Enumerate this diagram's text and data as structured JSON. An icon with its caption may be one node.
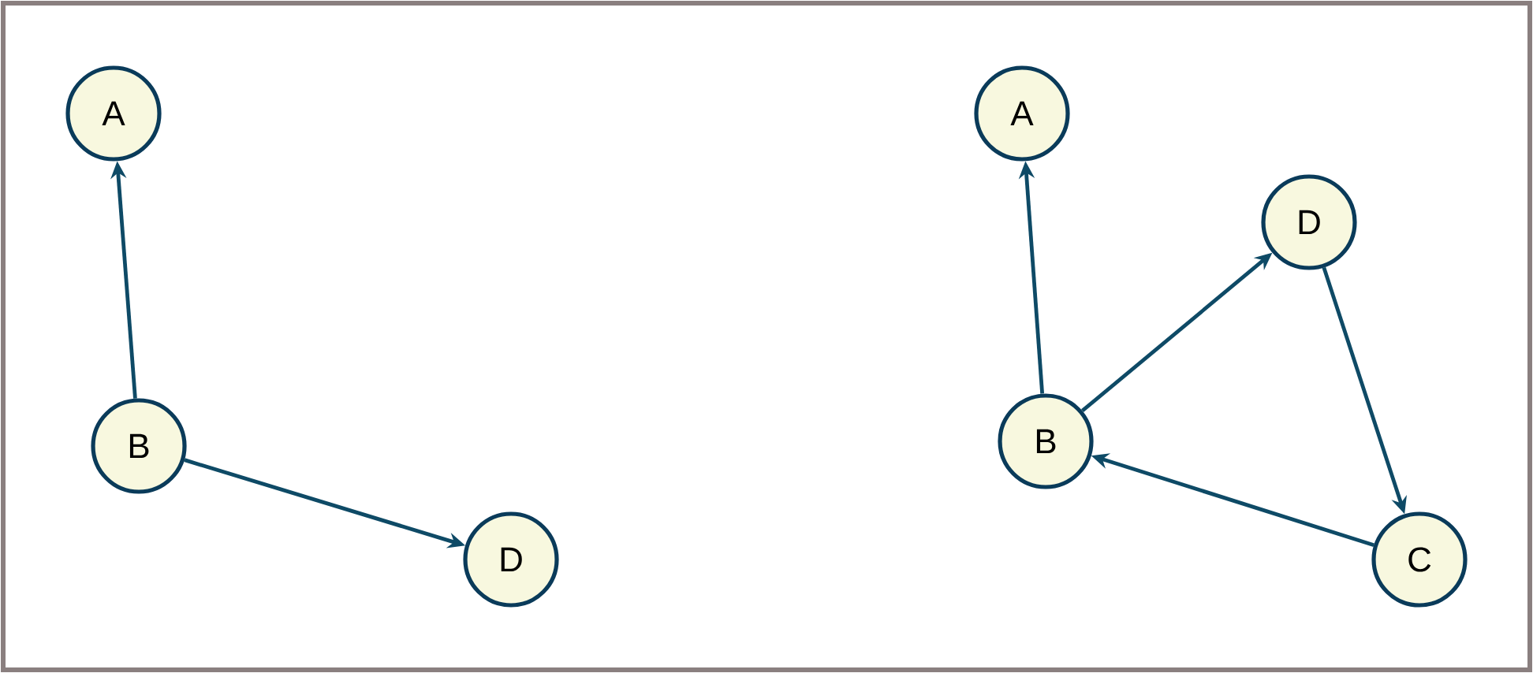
{
  "diagram": {
    "nodes": [
      {
        "text": [
          "A"
        ]
      },
      {
        "text": [
          "B"
        ]
      },
      {
        "text": [
          "D"
        ]
      },
      {
        "text": [
          "A"
        ]
      },
      {
        "text": [
          "D"
        ]
      },
      {
        "text": [
          "B"
        ]
      },
      {
        "text": [
          "C"
        ]
      }
    ],
    "edges": [
      {
        "from": 1,
        "to": 0,
        "arrow": "to"
      },
      {
        "from": 1,
        "to": 2,
        "arrow": "to"
      },
      {
        "from": 5,
        "to": 3,
        "arrow": "to"
      },
      {
        "from": 5,
        "to": 4,
        "arrow": "to"
      },
      {
        "from": 4,
        "to": 6,
        "arrow": "to"
      },
      {
        "from": 6,
        "to": 5,
        "arrow": "to"
      }
    ]
  }
}
